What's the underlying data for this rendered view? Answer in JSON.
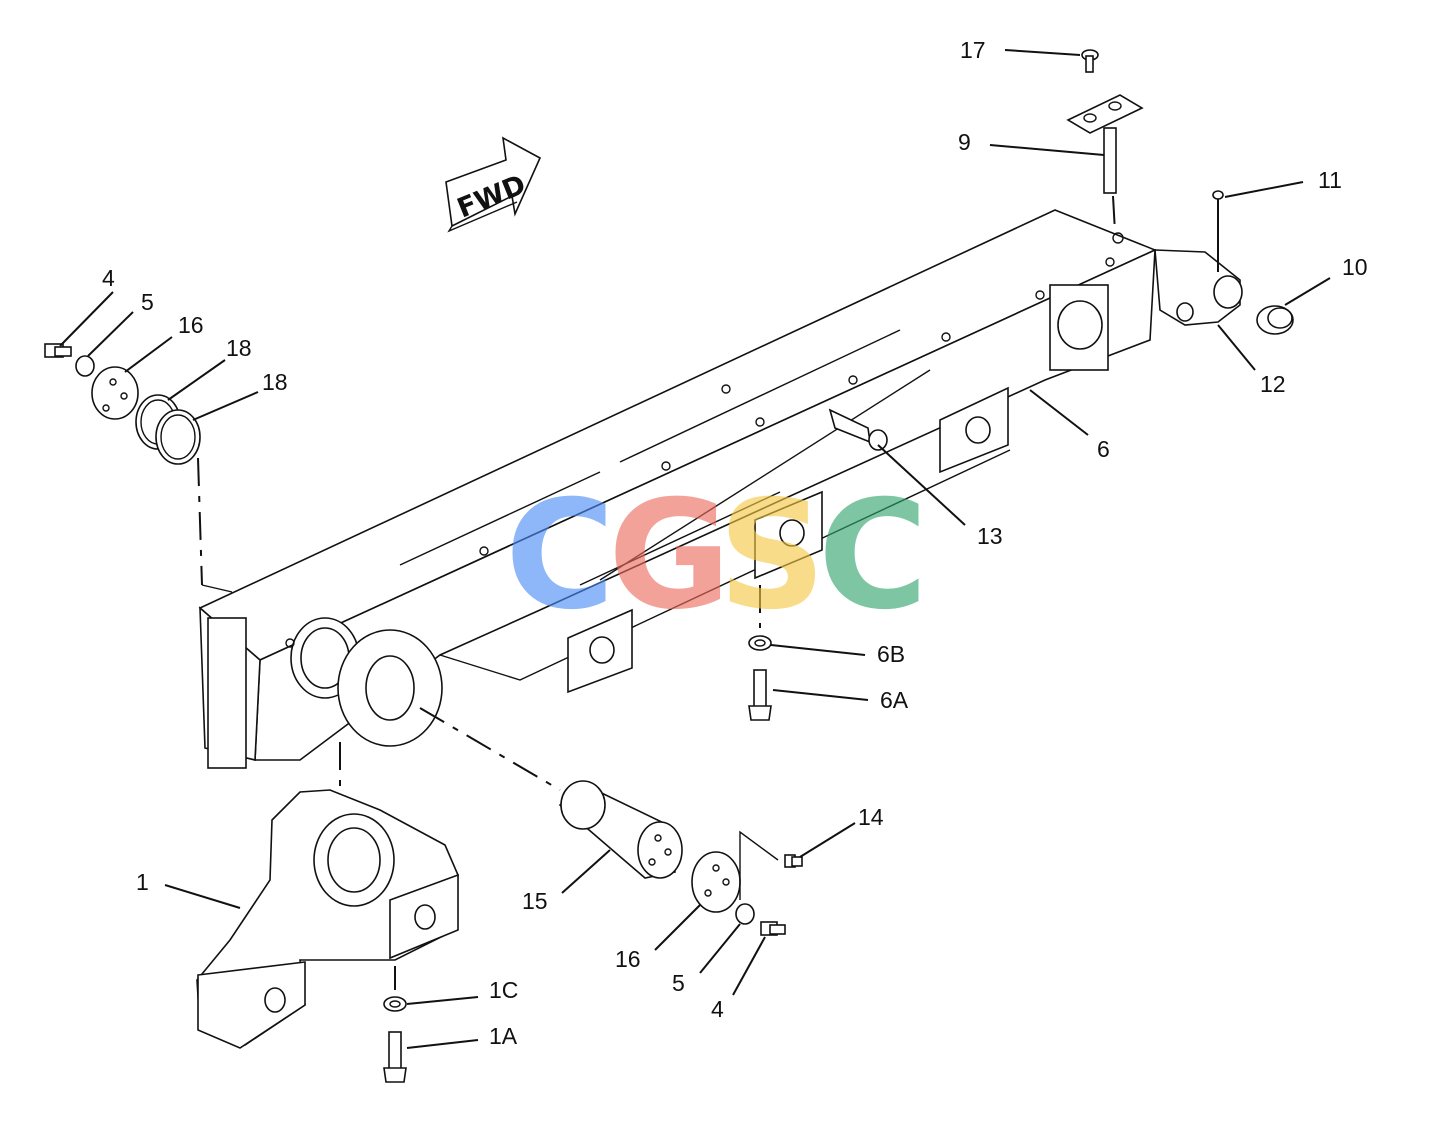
{
  "diagram": {
    "direction_arrow": "FWD",
    "watermark": {
      "letters": [
        "C",
        "G",
        "S",
        "C"
      ],
      "colors": [
        "#4a8cf7",
        "#ec6a5c",
        "#f6c843",
        "#2ea36b"
      ]
    },
    "callouts": {
      "c1": "1",
      "c1a": "1A",
      "c1c": "1C",
      "c4_top": "4",
      "c4_bottom": "4",
      "c5_top": "5",
      "c5_bottom": "5",
      "c6": "6",
      "c6a": "6A",
      "c6b": "6B",
      "c9": "9",
      "c10": "10",
      "c11": "11",
      "c12": "12",
      "c13": "13",
      "c14": "14",
      "c15": "15",
      "c16_top": "16",
      "c16_bottom": "16",
      "c17": "17",
      "c18_a": "18",
      "c18_b": "18"
    }
  }
}
